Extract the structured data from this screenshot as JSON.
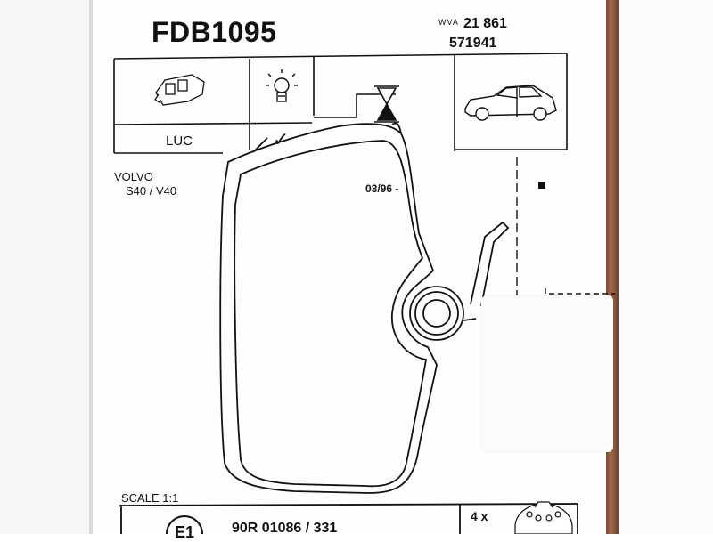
{
  "product": {
    "part_number": "FDB1095",
    "wva_label": "WVA",
    "wva_number": "21 861",
    "alt_number": "571941"
  },
  "table": {
    "system_label": "LUC",
    "check_mark": "✓"
  },
  "vehicle": {
    "make": "VOLVO",
    "models": "S40 / V40",
    "date_from": "03/96 -"
  },
  "footer": {
    "scale": "SCALE 1:1",
    "approval_mark": "E1",
    "approval": "90R 01086 / 331",
    "quantity": "4 x"
  },
  "icons": [
    "caliper-icon",
    "warning-lamp-icon",
    "hourglass-wear-icon",
    "hatchback-car-icon",
    "brake-pad-set-icon"
  ],
  "colors": {
    "ink": "#111111",
    "cardboard": "#8a5a40",
    "paper": "#fefefe"
  }
}
